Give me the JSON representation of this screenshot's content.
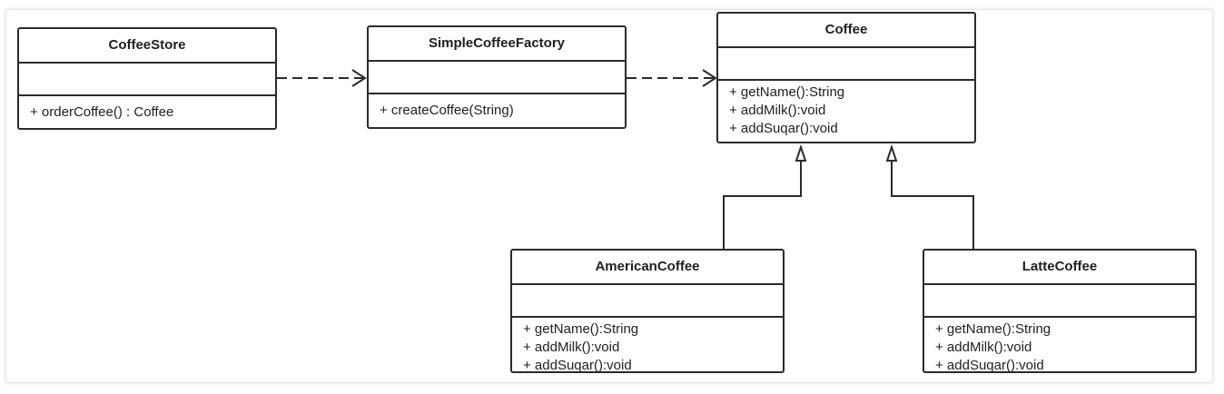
{
  "colors": {
    "border": "#2b2b2b",
    "text": "#1f1f1f",
    "background": "#ffffff"
  },
  "classes": {
    "coffee_store": {
      "name": "CoffeeStore",
      "methods": [
        "+ orderCoffee() : Coffee"
      ]
    },
    "simple_coffee_factory": {
      "name": "SimpleCoffeeFactory",
      "methods": [
        "+ createCoffee(String)"
      ]
    },
    "coffee": {
      "name": "Coffee",
      "methods": [
        "+ getName():String",
        "+ addMilk():void",
        "+ addSuqar():void"
      ]
    },
    "american_coffee": {
      "name": "AmericanCoffee",
      "methods": [
        "+ getName():String",
        "+ addMilk():void",
        "+ addSuqar():void"
      ]
    },
    "latte_coffee": {
      "name": "LatteCoffee",
      "methods": [
        "+ getName():String",
        "+ addMilk():void",
        "+ addSuqar():void"
      ]
    }
  },
  "relations": [
    {
      "type": "dependency",
      "from": "CoffeeStore",
      "to": "SimpleCoffeeFactory"
    },
    {
      "type": "dependency",
      "from": "SimpleCoffeeFactory",
      "to": "Coffee"
    },
    {
      "type": "generalization",
      "from": "AmericanCoffee",
      "to": "Coffee"
    },
    {
      "type": "generalization",
      "from": "LatteCoffee",
      "to": "Coffee"
    }
  ]
}
